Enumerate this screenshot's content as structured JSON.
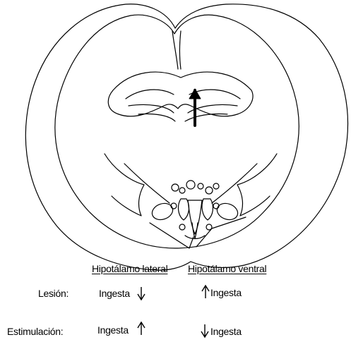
{
  "figure": {
    "header_lateral": "Hipotálamo lateral",
    "header_ventral": "Hipotálamo ventral",
    "rows": [
      {
        "label": "Lesión:",
        "lateral": {
          "text": "Ingesta",
          "arrow": "down"
        },
        "ventral": {
          "text": "Ingesta",
          "arrow": "up"
        }
      },
      {
        "label": "Estimulación:",
        "lateral": {
          "text": "Ingesta",
          "arrow": "up"
        },
        "ventral": {
          "text": "Ingesta",
          "arrow": "down"
        }
      }
    ],
    "colors": {
      "line": "#000000",
      "background": "#ffffff"
    }
  }
}
